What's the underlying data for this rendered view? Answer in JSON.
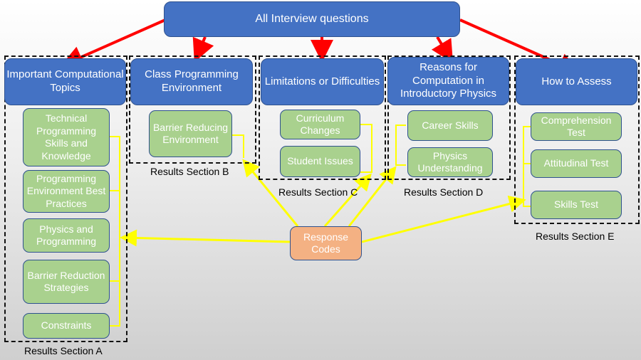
{
  "title": "All Interview questions",
  "response_codes": "Response Codes",
  "sections": [
    {
      "header": "Important Computational Topics",
      "label": "Results Section A",
      "items": [
        "Technical Programming Skills and Knowledge",
        "Programming Environment Best Practices",
        "Physics and Programming",
        "Barrier Reduction Strategies",
        "Constraints"
      ]
    },
    {
      "header": "Class Programming Environment",
      "label": "Results Section B",
      "items": [
        "Barrier Reducing Environment"
      ]
    },
    {
      "header": "Limitations or Difficulties",
      "label": "Results Section C",
      "items": [
        "Curriculum Changes",
        "Student Issues"
      ]
    },
    {
      "header": "Reasons for Computation in Introductory Physics",
      "label": "Results Section D",
      "items": [
        "Career Skills",
        "Physics Understanding"
      ]
    },
    {
      "header": "How to Assess",
      "label": "Results Section E",
      "items": [
        "Comprehension Test",
        "Attitudinal Test",
        "Skills Test"
      ]
    }
  ],
  "colors": {
    "header_fill": "#4472c4",
    "item_fill": "#a9d18e",
    "response_fill": "#f4b183",
    "red_arrow": "#ff0000",
    "yellow_arrow": "#ffff00"
  }
}
